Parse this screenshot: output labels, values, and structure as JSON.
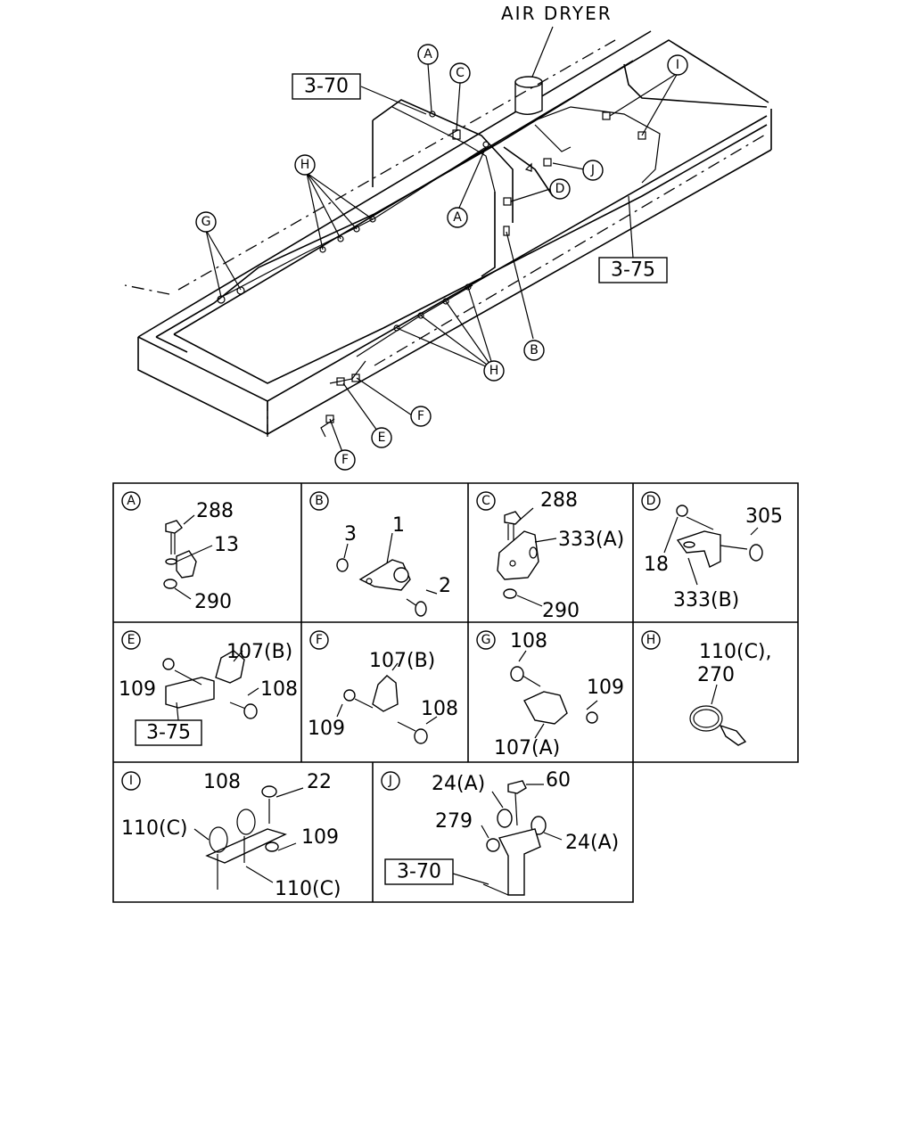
{
  "title": "AIR DRYER",
  "refs": {
    "r370": "3-70",
    "r375": "3-75"
  },
  "callouts": {
    "A": "A",
    "B": "B",
    "C": "C",
    "D": "D",
    "E": "E",
    "F": "F",
    "G": "G",
    "H": "H",
    "I": "I",
    "J": "J"
  },
  "details": {
    "A": {
      "letter": "A",
      "parts": [
        "288",
        "13",
        "290"
      ]
    },
    "B": {
      "letter": "B",
      "parts": [
        "3",
        "1",
        "2"
      ]
    },
    "C": {
      "letter": "C",
      "parts": [
        "288",
        "333(A)",
        "290"
      ]
    },
    "D": {
      "letter": "D",
      "parts": [
        "305",
        "18",
        "333(B)"
      ]
    },
    "E": {
      "letter": "E",
      "parts": [
        "107(B)",
        "109",
        "108"
      ],
      "ref": "3-75"
    },
    "F": {
      "letter": "F",
      "parts": [
        "107(B)",
        "108",
        "109"
      ]
    },
    "G": {
      "letter": "G",
      "parts": [
        "108",
        "109",
        "107(A)"
      ]
    },
    "H": {
      "letter": "H",
      "parts": [
        "110(C),",
        "270"
      ]
    },
    "I": {
      "letter": "I",
      "parts": [
        "108",
        "22",
        "110(C)",
        "109",
        "110(C)"
      ]
    },
    "J": {
      "letter": "J",
      "parts": [
        "24(A)",
        "60",
        "279",
        "24(A)"
      ],
      "ref": "3-70"
    }
  }
}
